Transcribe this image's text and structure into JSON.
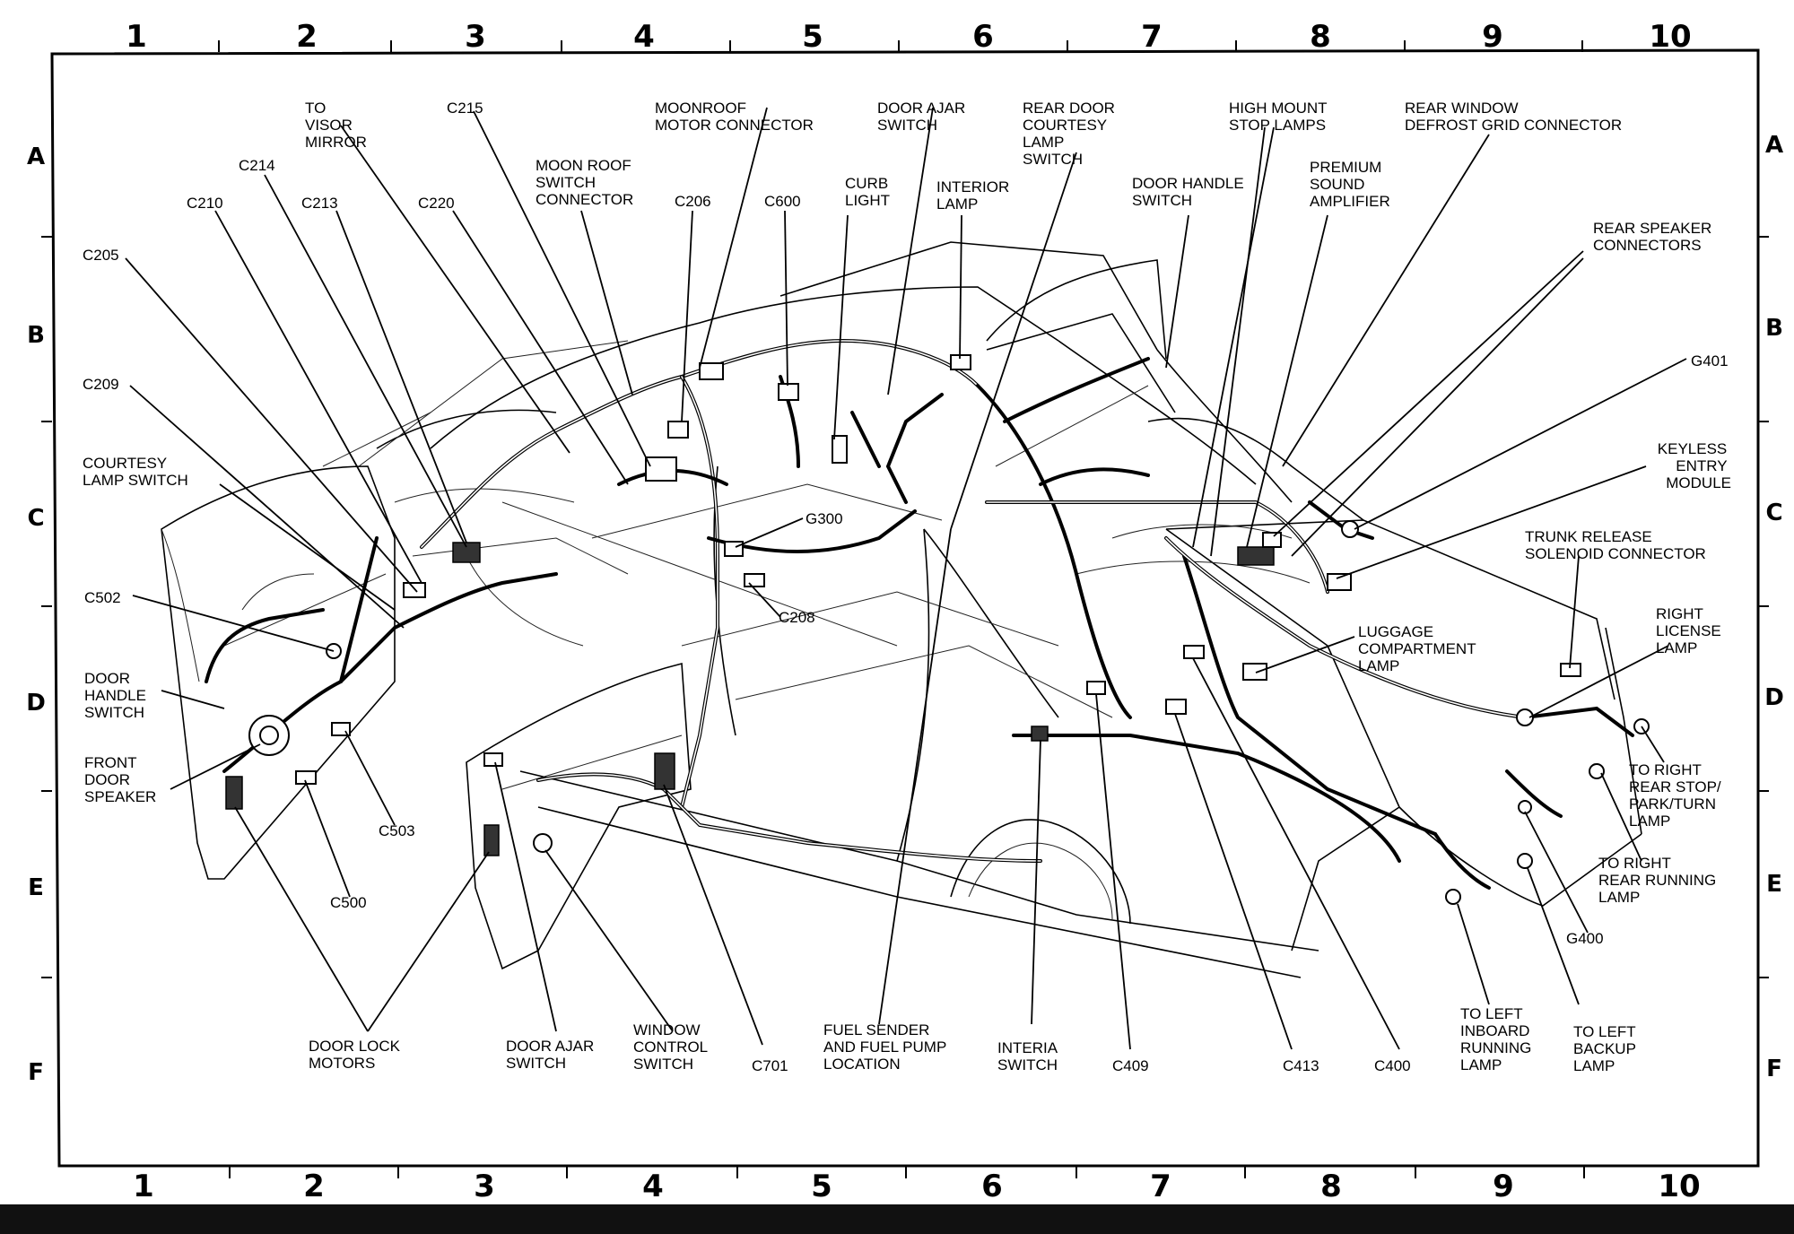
{
  "grid": {
    "columns": [
      "1",
      "2",
      "3",
      "4",
      "5",
      "6",
      "7",
      "8",
      "9",
      "10"
    ],
    "rows": [
      "A",
      "B",
      "C",
      "D",
      "E",
      "F"
    ]
  },
  "labels": {
    "to_visor_mirror": [
      "TO",
      "VISOR",
      "MIRROR"
    ],
    "c215": "C215",
    "moonroof_motor_connector": [
      "MOONROOF",
      "MOTOR CONNECTOR"
    ],
    "door_ajar_switch_top": [
      "DOOR AJAR",
      "SWITCH"
    ],
    "rear_door_courtesy_lamp_switch": [
      "REAR DOOR",
      "COURTESY",
      "LAMP",
      "SWITCH"
    ],
    "high_mount_stop_lamps": [
      "HIGH MOUNT",
      "STOP LAMPS"
    ],
    "rear_window_defrost_grid_connector": [
      "REAR WINDOW",
      "DEFROST GRID CONNECTOR"
    ],
    "c214": "C214",
    "moon_roof_switch_connector": [
      "MOON ROOF",
      "SWITCH",
      "CONNECTOR"
    ],
    "curb_light": [
      "CURB",
      "LIGHT"
    ],
    "interior_lamp": [
      "INTERIOR",
      "LAMP"
    ],
    "premium_sound_amplifier": [
      "PREMIUM",
      "SOUND",
      "AMPLIFIER"
    ],
    "door_handle_switch_top": [
      "DOOR HANDLE",
      "SWITCH"
    ],
    "c210": "C210",
    "c213": "C213",
    "c220": "C220",
    "c206": "C206",
    "c600": "C600",
    "rear_speaker_connectors": [
      "REAR SPEAKER",
      "CONNECTORS"
    ],
    "c205": "C205",
    "g401": "G401",
    "c209": "C209",
    "keyless_entry_module": [
      "KEYLESS",
      "ENTRY",
      "MODULE"
    ],
    "courtesy_lamp_switch": [
      "COURTESY",
      "LAMP SWITCH"
    ],
    "g300": "G300",
    "trunk_release_solenoid_connector": [
      "TRUNK RELEASE",
      "SOLENOID CONNECTOR"
    ],
    "c502": "C502",
    "c208": "C208",
    "luggage_compartment_lamp": [
      "LUGGAGE",
      "COMPARTMENT",
      "LAMP"
    ],
    "right_license_lamp": [
      "RIGHT",
      "LICENSE",
      "LAMP"
    ],
    "door_handle_switch_left": [
      "DOOR",
      "HANDLE",
      "SWITCH"
    ],
    "front_door_speaker": [
      "FRONT",
      "DOOR",
      "SPEAKER"
    ],
    "to_right_rear_stop_park_turn_lamp": [
      "TO RIGHT",
      "REAR STOP/",
      "PARK/TURN",
      "LAMP"
    ],
    "c503": "C503",
    "to_right_rear_running_lamp": [
      "TO RIGHT",
      "REAR RUNNING",
      "LAMP"
    ],
    "c500": "C500",
    "g400": "G400",
    "door_lock_motors": [
      "DOOR LOCK",
      "MOTORS"
    ],
    "door_ajar_switch_bottom": [
      "DOOR AJAR",
      "SWITCH"
    ],
    "window_control_switch": [
      "WINDOW",
      "CONTROL",
      "SWITCH"
    ],
    "c701": "C701",
    "fuel_sender_and_fuel_pump_location": [
      "FUEL SENDER",
      "AND FUEL PUMP",
      "LOCATION"
    ],
    "interia_switch": [
      "INTERIA",
      "SWITCH"
    ],
    "c409": "C409",
    "c413": "C413",
    "c400": "C400",
    "to_left_inboard_running_lamp": [
      "TO LEFT",
      "INBOARD",
      "RUNNING",
      "LAMP"
    ],
    "to_left_backup_lamp": [
      "TO LEFT",
      "BACKUP",
      "LAMP"
    ]
  }
}
